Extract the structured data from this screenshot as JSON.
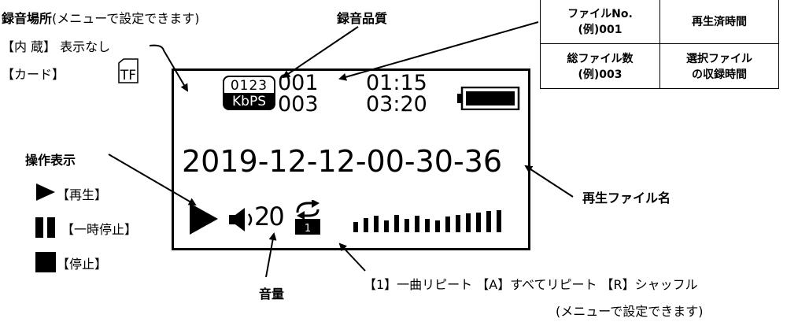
{
  "labels": {
    "recording_location_bold": "録音場所",
    "recording_location_note": "(メニューで設定できます)",
    "internal_storage": "【内 蔵】 表示なし",
    "card": "【カード】",
    "card_icon_text": "TF",
    "recording_quality": "録音品質",
    "operation_display": "操作表示",
    "play": "【再生】",
    "pause": "【一時停止】",
    "stop": "【停止】",
    "volume": "音量",
    "playback_filename": "再生ファイル名",
    "repeat_modes": "【1】一曲リピート 【A】すべてリピート 【R】シャッフル",
    "menu_note": "(メニューで設定できます)"
  },
  "table": {
    "r1c1a": "ファイルNo.",
    "r1c1b": "(例)001",
    "r1c2": "再生済時間",
    "r2c1a": "総ファイル数",
    "r2c1b": "(例)003",
    "r2c2a": "選択ファイル",
    "r2c2b": "の収録時間"
  },
  "screen": {
    "bitrate": "0123",
    "bitrate_unit": "KbPS",
    "file_no": "001",
    "elapsed": "01:15",
    "total_files": "003",
    "duration": "03:20",
    "filename": "2019-12-12-00-30-36",
    "volume_level": "20",
    "repeat_mode": "1",
    "battery_level": 1.0,
    "spectrum_levels": [
      0.45,
      0.65,
      0.75,
      0.55,
      0.8,
      0.6,
      0.75,
      0.6,
      0.55,
      0.7,
      0.8,
      0.85,
      0.9,
      0.95,
      1.0
    ]
  }
}
